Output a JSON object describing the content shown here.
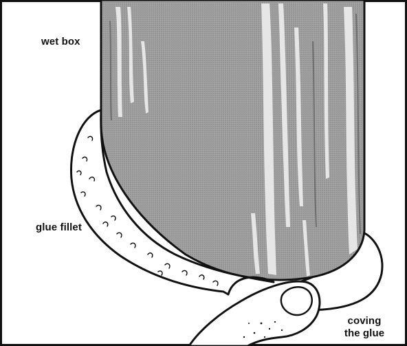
{
  "labels": {
    "wet_box": "wet box",
    "glue_fillet": "glue fillet",
    "coving_line1": "coving",
    "coving_line2": "the glue"
  },
  "colors": {
    "box_fill": "#9a9a9a",
    "highlight": "#e4e4e4",
    "outline": "#111111",
    "background": "#ffffff"
  }
}
